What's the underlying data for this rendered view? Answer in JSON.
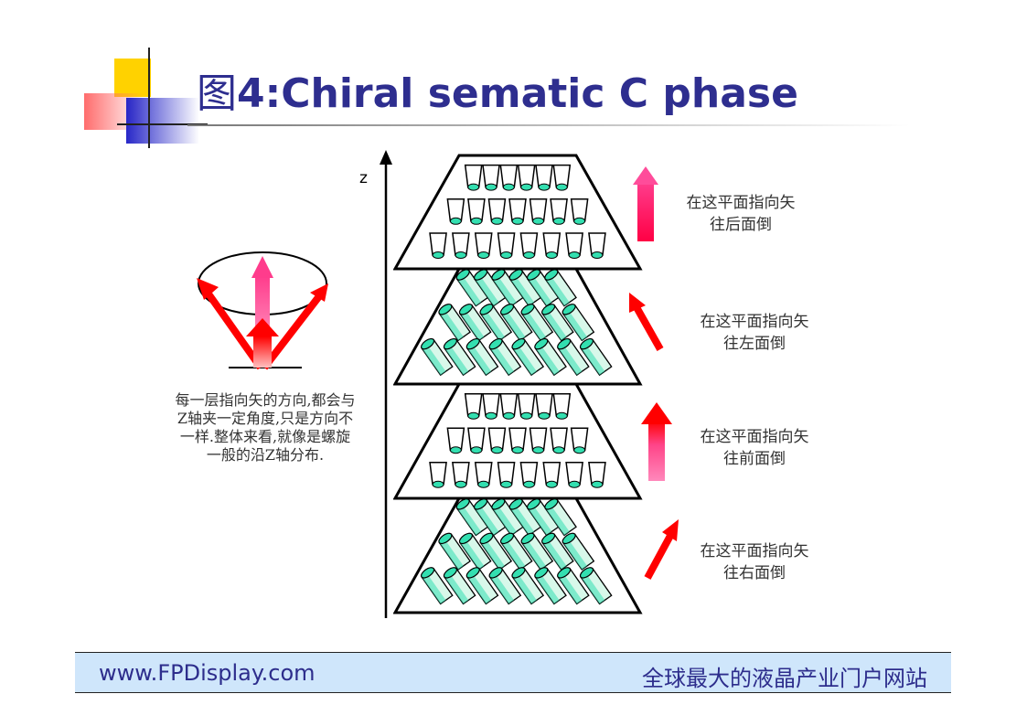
{
  "title": {
    "prefix": "图",
    "main": "4:Chiral sematic C phase"
  },
  "axis": {
    "label": "z"
  },
  "description": "每一层指向矢的方向,都会与Z轴夹一定角度,只是方向不一样.整体来看,就像是螺旋一般的沿Z轴分布.",
  "layers": [
    {
      "line1": "在这平面指向矢",
      "line2": "往后面倒"
    },
    {
      "line1": "在这平面指向矢",
      "line2": "往左面倒"
    },
    {
      "line1": "在这平面指向矢",
      "line2": "往前面倒"
    },
    {
      "line1": "在这平面指向矢",
      "line2": "往右面倒"
    }
  ],
  "footer": {
    "url": "www.FPDisplay.com",
    "slogan": "全球最大的液晶产业门户网站"
  },
  "colors": {
    "title": "#2e2e8f",
    "cylinder": "#33dfb0",
    "arrow_red": "#ff0000",
    "arrow_pink": "#ff3c8c",
    "footer_bg": "#cfe6fb"
  }
}
